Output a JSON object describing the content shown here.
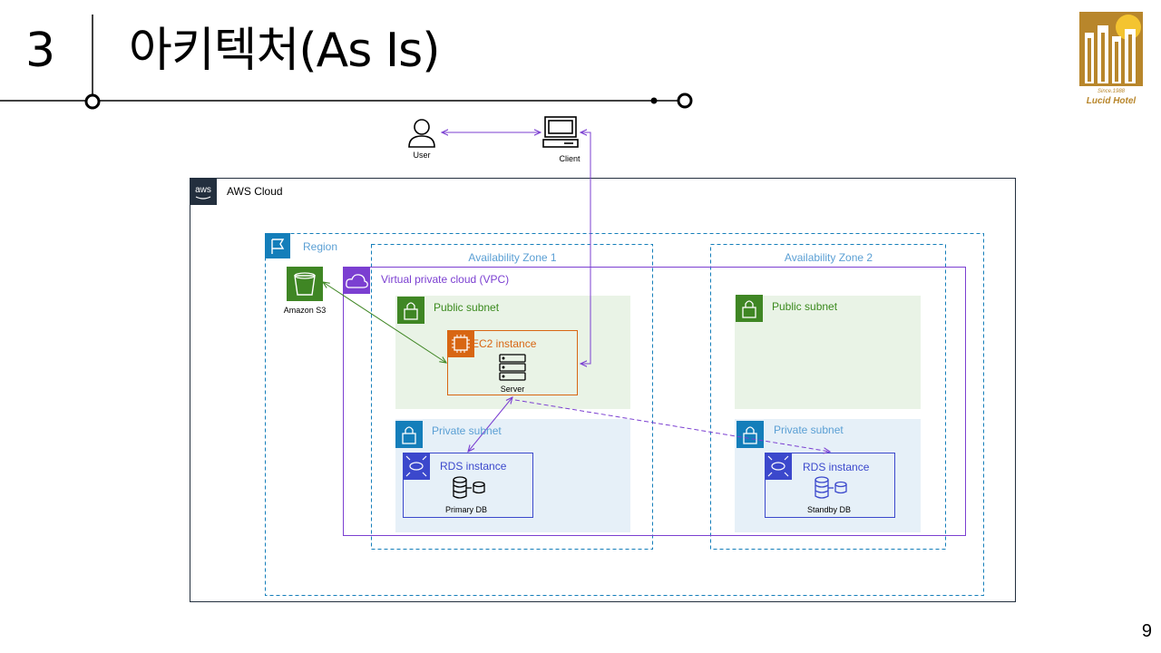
{
  "header": {
    "section_number": "3",
    "title": "아키텍처(As Is)",
    "page_number": "9"
  },
  "logo": {
    "since": "Since.1988",
    "name": "Lucid Hotel"
  },
  "diagram": {
    "user_label": "User",
    "client_label": "Client",
    "aws_cloud_label": "AWS Cloud",
    "region_label": "Region",
    "az1_label": "Availability Zone 1",
    "az2_label": "Availability Zone 2",
    "vpc_label": "Virtual private cloud (VPC)",
    "s3_label": "Amazon S3",
    "public_subnet_label": "Public subnet",
    "private_subnet_label": "Private subnet",
    "ec2_label": "EC2 instance",
    "server_label": "Server",
    "rds_label": "RDS instance",
    "primary_db_label": "Primary DB",
    "standby_db_label": "Standby DB"
  },
  "colors": {
    "vpc": "#7b3fd1",
    "region": "#147eba",
    "public_subnet_bg": "#e9f3e6",
    "private_subnet_bg": "#e6f0f8",
    "ec2": "#d86613",
    "rds": "#3b48cc",
    "s3": "#3f8624",
    "logo_gold": "#b8862b"
  }
}
